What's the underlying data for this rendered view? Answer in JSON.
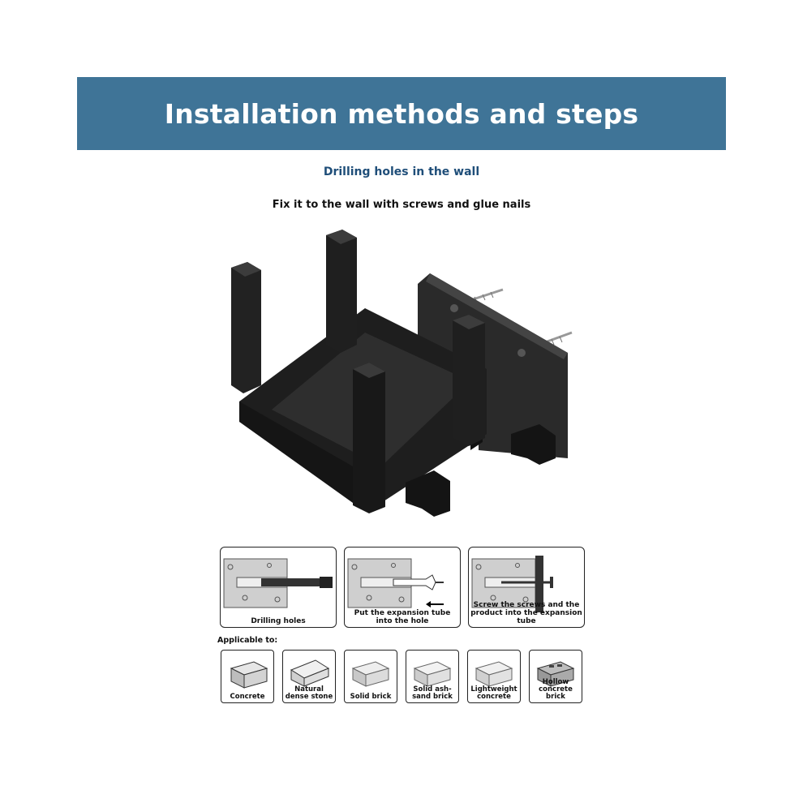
{
  "banner": {
    "title": "Installation methods and steps"
  },
  "subtitle": "Drilling holes in the wall",
  "caption": "Fix it to the wall with screws and glue nails",
  "steps": [
    {
      "label": "Drilling holes"
    },
    {
      "label": "Put the expansion tube into the hole"
    },
    {
      "label": "Screw the screws and the product into the expansion tube"
    }
  ],
  "applicable_label": "Applicable to:",
  "materials": [
    {
      "label": "Concrete"
    },
    {
      "label": "Natural dense stone"
    },
    {
      "label": "Solid brick"
    },
    {
      "label": "Solid ash-sand brick"
    },
    {
      "label": "Lightweight concrete"
    },
    {
      "label": "Hollow concrete brick"
    }
  ],
  "colors": {
    "banner": "#3f7497",
    "subtitle": "#1f4e79",
    "product": "#1c1c1c"
  }
}
